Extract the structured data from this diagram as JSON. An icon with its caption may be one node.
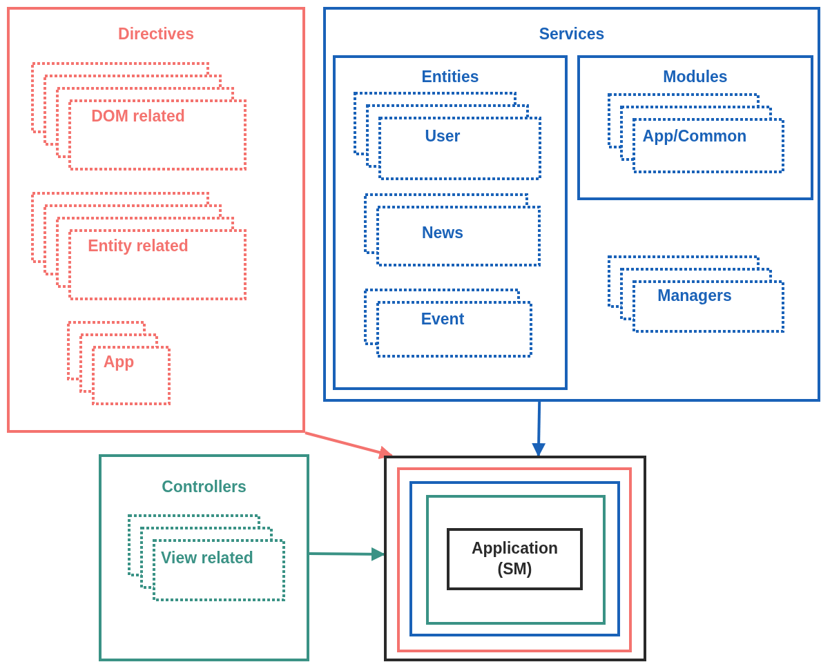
{
  "diagram": {
    "nodes": [
      {
        "text": [
          "Directives"
        ]
      },
      {
        "text": [
          "DOM related"
        ],
        "in": 0
      },
      {
        "text": [
          "Entity related"
        ],
        "in": 0
      },
      {
        "text": [
          "App"
        ],
        "in": 0
      },
      {
        "text": [
          "Services"
        ]
      },
      {
        "text": [
          "Entities"
        ],
        "in": 4
      },
      {
        "text": [
          "User"
        ],
        "in": 5
      },
      {
        "text": [
          "News"
        ],
        "in": 5
      },
      {
        "text": [
          "Event"
        ],
        "in": 5
      },
      {
        "text": [
          "Modules"
        ],
        "in": 4
      },
      {
        "text": [
          "App/Common"
        ],
        "in": 9
      },
      {
        "text": [
          "Managers"
        ],
        "in": 4
      },
      {
        "text": [
          "Controllers"
        ]
      },
      {
        "text": [
          "View related"
        ],
        "in": 12
      },
      {
        "text": [],
        "shape": "box"
      },
      {
        "text": [],
        "shape": "box",
        "in": 14
      },
      {
        "text": [],
        "shape": "box",
        "in": 15
      },
      {
        "text": [],
        "shape": "box",
        "in": 16
      },
      {
        "text": [
          "Application (SM)"
        ],
        "in": 17
      }
    ],
    "edges": [
      {
        "from": 0,
        "to": 14,
        "arrow": "to",
        "color": "#f4736f"
      },
      {
        "from": 4,
        "to": 14,
        "arrow": "to",
        "color": "#1a62b8"
      },
      {
        "from": 12,
        "to": 14,
        "arrow": "to",
        "color": "#3a9285"
      }
    ]
  }
}
